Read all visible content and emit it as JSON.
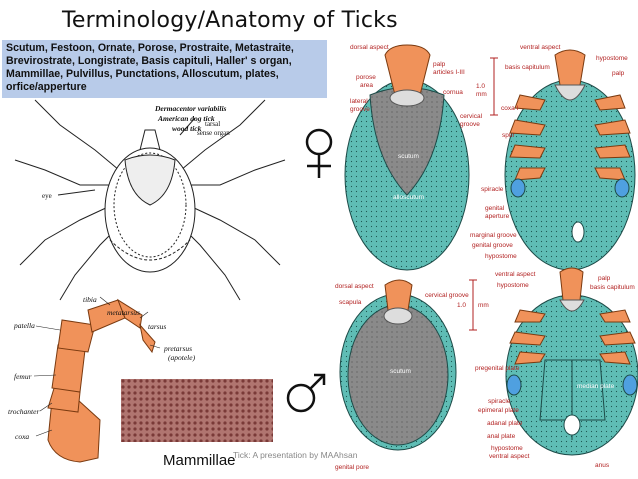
{
  "slide": {
    "title": "Terminology/Anatomy of Ticks",
    "terms": "Scutum, Festoon, Ornate, Porose, Prostraite, Metastraite, Brevirostrate, Longistrate, Basis capituli, Haller' s organ, Mammillae, Pulvillus, Punctations, Alloscutum, plates, orfice/apperture",
    "caption": "Mammillae",
    "footer": "Tick: A presentation by MAAhsan"
  },
  "dog_tick": {
    "name_line1": "Dermacentor variabilis",
    "name_line2": "American dog tick",
    "name_line3": "wood tick",
    "tarsal_label_1": "tarsal",
    "tarsal_label_2": "sense organ",
    "eye_label": "eye"
  },
  "leg": {
    "labels": {
      "tibia": "tibia",
      "metatarsus": "metatarsus",
      "patella": "patella",
      "tarsus": "tarsus",
      "pretarsus": "pretarsus",
      "apotele": "(apotele)",
      "femur": "femur",
      "trochanter": "trochanter",
      "coxa": "coxa"
    }
  },
  "female": {
    "dorsal_labels": {
      "dorsal_aspect": "dorsal aspect",
      "porose_area_1": "porose",
      "porose_area_2": "area",
      "palp": "palp",
      "articles": "articles I-III",
      "cornua": "cornua",
      "lateral_groove_1": "lateral",
      "lateral_groove_2": "groove",
      "cervical_groove_1": "cervical",
      "cervical_groove_2": "groove",
      "scutum": "scutum",
      "alloscutum": "alloscutum",
      "scale": "1.0",
      "unit": "mm"
    },
    "ventral_labels": {
      "ventral_aspect": "ventral aspect",
      "hypostome": "hypostome",
      "basis_capitulum": "basis capitulum",
      "palp": "palp",
      "coxa": "coxa I",
      "spur": "spur",
      "spiracle": "spiracle",
      "genital_1": "genital",
      "genital_2": "aperture",
      "marginal_groove": "marginal groove",
      "genital_groove": "genital groove",
      "hypostome_b": "hypostome"
    }
  },
  "male": {
    "dorsal_labels": {
      "dorsal_aspect": "dorsal aspect",
      "scapula": "scapula",
      "cervical_groove": "cervical groove",
      "scutum": "scutum",
      "scale": "1.0",
      "unit": "mm"
    },
    "ventral_labels": {
      "ventral_aspect": "ventral aspect",
      "hypostome": "hypostome",
      "palp": "palp",
      "basis_capitulum": "basis capitulum",
      "pregenital_plate": "pregenital plate",
      "median_plate": "median plate",
      "spiracle": "spiracle",
      "epimeral_plate": "epimeral plate",
      "adanal_plate": "adanal plate",
      "anal_plate": "anal plate",
      "hypostome_2": "hypostome",
      "ventral_aspect_2": "ventral aspect",
      "genital_pore": "genital pore",
      "anus": "anus"
    }
  },
  "colors": {
    "title_box": "#b8cbe9",
    "body_teal": "#5fbdb5",
    "scutum_grey": "#8a8a8a",
    "legs_orange": "#f0925a",
    "label_red": "#b22222",
    "spiracle_blue": "#4fa0e0"
  }
}
